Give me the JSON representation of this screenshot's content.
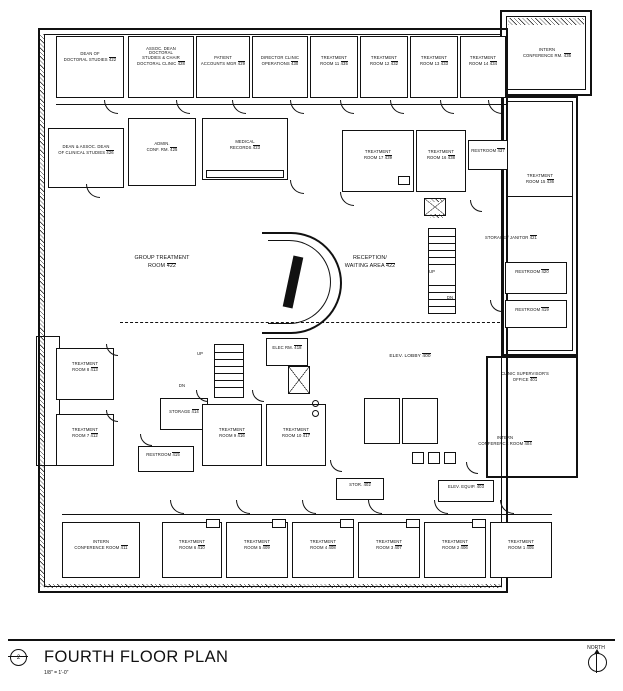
{
  "sheet": {
    "title": "FOURTH FLOOR PLAN",
    "scale": "1/8\" = 1'-0\"",
    "detail_number": "2",
    "north_label": "NORTH"
  },
  "rooms_top": [
    {
      "name": "DEAN OF\nDOCTORAL STUDIES",
      "number": "422"
    },
    {
      "name": "ASSOC. DEAN\nDOCTORAL\nSTUDIES & CHAIR\nDOCTORAL CLINIC",
      "number": "428"
    },
    {
      "name": "PATIENT\nACCOUNTS MGR",
      "number": "429"
    },
    {
      "name": "DIRECTOR CLINIC\nOPERATIONS",
      "number": "430"
    },
    {
      "name": "TREATMENT\nROOM 11",
      "number": "435"
    },
    {
      "name": "TREATMENT\nROOM 12",
      "number": "432"
    },
    {
      "name": "TREATMENT\nROOM 13",
      "number": "433"
    },
    {
      "name": "TREATMENT\nROOM 14",
      "number": "434"
    },
    {
      "name": "INTERN\nCONFERENCE RM.",
      "number": "435"
    }
  ],
  "rooms_upper_mid": [
    {
      "name": "DEAN & ASSOC. DEAN\nOF CLINICAL STUDIES",
      "number": "426"
    },
    {
      "name": "ADMIN.\nCONF. RM.",
      "number": "425"
    },
    {
      "name": "MEDICAL\nRECORDS",
      "number": "423"
    },
    {
      "name": "TREATMENT\nROOM 17",
      "number": "439"
    },
    {
      "name": "TREATMENT\nROOM 16",
      "number": "438"
    },
    {
      "name": "RESTROOM",
      "number": "437"
    },
    {
      "name": "TREATMENT\nROOM 15",
      "number": "436"
    }
  ],
  "rooms_center": [
    {
      "name": "GROUP TREATMENT\nROOM",
      "number": "422"
    },
    {
      "name": "RECEPTION/\nWAITING AREA",
      "number": "422"
    },
    {
      "name": "STORAGE / JANITOR",
      "number": "421"
    },
    {
      "name": "RESTROOM",
      "number": "420"
    },
    {
      "name": "RESTROOM",
      "number": "419"
    }
  ],
  "rooms_lower_mid": [
    {
      "name": "TREATMENT\nROOM 8",
      "number": "413"
    },
    {
      "name": "TREATMENT\nROOM 7",
      "number": "412"
    },
    {
      "name": "ELEC RM.",
      "number": "418"
    },
    {
      "name": "ELEV. LOBBY",
      "number": "400"
    },
    {
      "name": "CLINIC SUPERVISOR'S\nOFFICE",
      "number": "401"
    },
    {
      "name": "STORAGE",
      "number": "414"
    },
    {
      "name": "TREATMENT\nROOM 9",
      "number": "416"
    },
    {
      "name": "TREATMENT\nROOM 10",
      "number": "417"
    },
    {
      "name": "RESTROOM",
      "number": "415"
    },
    {
      "name": "INTERN\nCONFERENCE ROOM",
      "number": "404"
    },
    {
      "name": "STOR.",
      "number": "402"
    },
    {
      "name": "ELEV. EQUIP.",
      "number": "403"
    }
  ],
  "rooms_bottom": [
    {
      "name": "INTERN\nCONFERENCE ROOM",
      "number": "411"
    },
    {
      "name": "TREATMENT\nROOM 6",
      "number": "410"
    },
    {
      "name": "TREATMENT\nROOM 5",
      "number": "409"
    },
    {
      "name": "TREATMENT\nROOM 4",
      "number": "408"
    },
    {
      "name": "TREATMENT\nROOM 3",
      "number": "407"
    },
    {
      "name": "TREATMENT\nROOM 2",
      "number": "406"
    },
    {
      "name": "TREATMENT\nROOM 1",
      "number": "405"
    }
  ],
  "annotations": {
    "up1": "UP",
    "dn1": "DN",
    "up2": "UP",
    "dn2": "DN"
  }
}
